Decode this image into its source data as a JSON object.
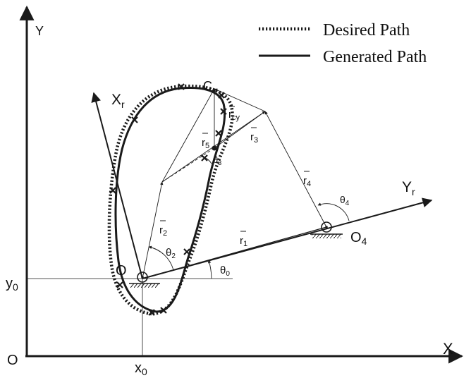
{
  "legend": {
    "desired": "Desired Path",
    "generated": "Generated Path"
  },
  "axes": {
    "y": "Y",
    "x": "X",
    "origin": "O",
    "y0": "y",
    "y0_sub": "0",
    "x0": "x",
    "x0_sub": "0"
  },
  "frame": {
    "xr": "X",
    "xr_sub": "r",
    "yr": "Y",
    "yr_sub": "r"
  },
  "points": {
    "c": "C",
    "o2": "O",
    "o4": "O",
    "o4_sub": "4"
  },
  "links": {
    "r1": "r",
    "r1_sub": "1",
    "r2": "r",
    "r2_sub": "2",
    "r3": "r",
    "r3_sub": "3",
    "r4": "r",
    "r4_sub": "4",
    "r5": "r",
    "r5_sub": "5",
    "rcy": "r",
    "rcy_sub": "cy"
  },
  "angles": {
    "theta0": "θ",
    "theta0_sub": "0",
    "theta2": "θ",
    "theta2_sub": "2",
    "theta3": "θ",
    "theta3_sub": "3",
    "theta4": "θ",
    "theta4_sub": "4"
  },
  "colors": {
    "ink": "#1a1a1a",
    "background": "#ffffff"
  }
}
